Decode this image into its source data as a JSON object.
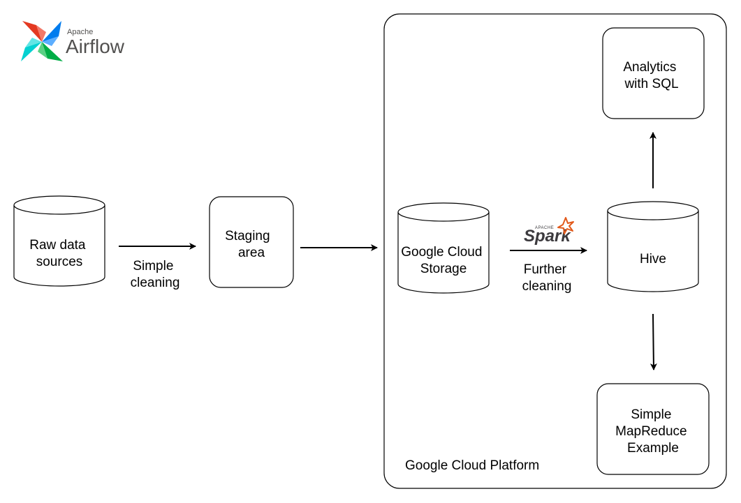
{
  "logos": {
    "airflow": {
      "small": "Apache",
      "big": "Airflow"
    },
    "spark": {
      "small": "APACHE",
      "big": "Spark"
    }
  },
  "platform": {
    "label": "Google Cloud Platform"
  },
  "nodes": {
    "raw_sources": {
      "lines": [
        "Raw data",
        "sources"
      ]
    },
    "staging": {
      "lines": [
        "Staging",
        "area"
      ]
    },
    "gcs": {
      "lines": [
        "Google Cloud",
        "Storage"
      ]
    },
    "hive": {
      "lines": [
        "Hive"
      ]
    },
    "analytics": {
      "lines": [
        "Analytics",
        "with SQL"
      ]
    },
    "mapreduce": {
      "lines": [
        "Simple",
        "MapReduce",
        "Example"
      ]
    }
  },
  "edges": {
    "simple_cleaning": {
      "lines": [
        "Simple",
        "cleaning"
      ]
    },
    "further_cleaning": {
      "lines": [
        "Further",
        "cleaning"
      ]
    }
  },
  "colors": {
    "stroke": "#000000",
    "spark_star": "#e25a1c",
    "airflow_red": "#e43921",
    "airflow_green": "#00ad46",
    "airflow_blue": "#017cee",
    "airflow_teal": "#04d1d1"
  }
}
